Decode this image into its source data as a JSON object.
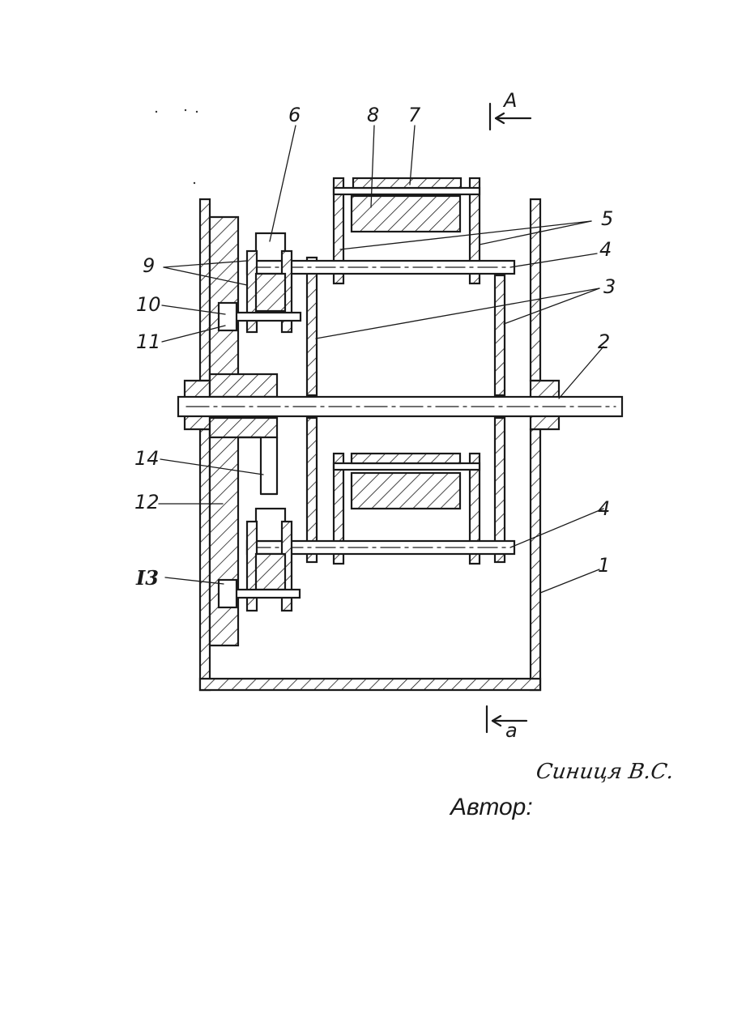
{
  "labels": {
    "l1": "1",
    "l2": "2",
    "l3": "3",
    "l4a": "4",
    "l4b": "4",
    "l5": "5",
    "l6": "6",
    "l7": "7",
    "l8": "8",
    "l9": "9",
    "l10": "10",
    "l11": "11",
    "l12": "12",
    "l13": "I3",
    "l14": "14"
  },
  "section": {
    "top": "A",
    "bottom": "a"
  },
  "author": {
    "label": "Автор:",
    "name": "Синиця В.С."
  }
}
